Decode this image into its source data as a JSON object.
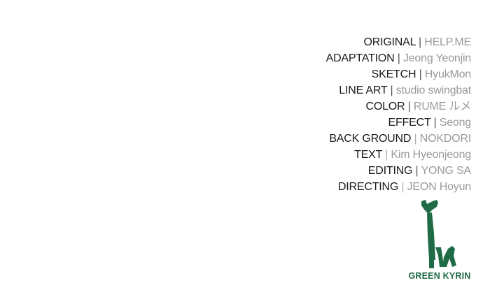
{
  "credits": [
    {
      "role": "ORIGINAL",
      "sep": "|",
      "name": "HELP.ME"
    },
    {
      "role": "ADAPTATION",
      "sep": "|",
      "name": "Jeong Yeonjin"
    },
    {
      "role": "SKETCH",
      "sep": "|",
      "name": "HyukMon"
    },
    {
      "role": "LINE ART",
      "sep": "|",
      "name": "studio swingbat"
    },
    {
      "role": "COLOR",
      "sep": "|",
      "name": "RUME ルメ"
    },
    {
      "role": "EFFECT",
      "sep": "|",
      "name": "Seong"
    },
    {
      "role": "BACK GROUND",
      "sep": "|",
      "name": "NOKDORI"
    },
    {
      "role": "TEXT",
      "sep": "|",
      "name": "Kim Hyeonjeong"
    },
    {
      "role": "EDITING",
      "sep": "|",
      "name": "YONG SA"
    },
    {
      "role": "DIRECTING",
      "sep": "|",
      "name": "JEON Hoyun"
    }
  ],
  "logo": {
    "text": "GREEN KYRIN",
    "color": "#1f6b45",
    "icon": "giraffe-icon"
  }
}
